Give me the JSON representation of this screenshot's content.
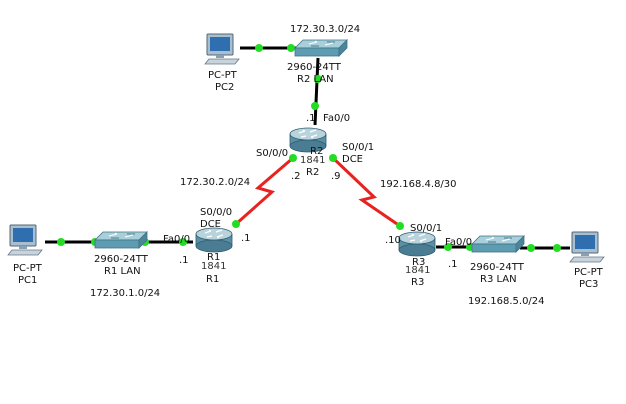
{
  "colors": {
    "ethernet_link": "#000000",
    "serial_link": "#e8231f",
    "link_status": "#22dd22",
    "router_body": "#5a8fa6",
    "router_top": "#b9d3dd",
    "switch_body": "#5d9cb1",
    "switch_top": "#a9cfda",
    "pc_monitor": "#a8bfd0",
    "pc_screen": "#2f6fb0"
  },
  "icons": {
    "pc": "pc-icon",
    "switch": "switch-icon",
    "router": "router-icon"
  },
  "devices": {
    "pc2": {
      "model": "PC-PT",
      "name": "PC2"
    },
    "sw2": {
      "model": "2960-24TT",
      "name": "R2 LAN"
    },
    "r2": {
      "model": "1841",
      "name": "R2",
      "overlay": "R2"
    },
    "r1": {
      "model": "1841",
      "name": "R1",
      "overlay": "R1"
    },
    "r3": {
      "model": "1841",
      "name": "R3",
      "overlay": "R3"
    },
    "pc1": {
      "model": "PC-PT",
      "name": "PC1"
    },
    "sw1": {
      "model": "2960-24TT",
      "name": "R1 LAN"
    },
    "sw3": {
      "model": "2960-24TT",
      "name": "R3 LAN"
    },
    "pc3": {
      "model": "PC-PT",
      "name": "PC3"
    }
  },
  "networks": {
    "r2_lan": "172.30.3.0/24",
    "r1_r2": "172.30.2.0/24",
    "r2_r3": "192.168.4.8/30",
    "r1_lan": "172.30.1.0/24",
    "r3_lan": "192.168.5.0/24"
  },
  "interfaces": {
    "r2_fa00": "Fa0/0",
    "r2_s000": "S0/0/0",
    "r2_s001": "S0/0/1",
    "r2_dce": "DCE",
    "r1_s000": "S0/0/0",
    "r1_dce": "DCE",
    "r1_fa00": "Fa0/0",
    "r3_s001": "S0/0/1",
    "r3_fa00": "Fa0/0"
  },
  "host_ids": {
    "r2_fa00": ".1",
    "r2_s000": ".2",
    "r2_s001": ".9",
    "r1_s000": ".1",
    "r1_fa00": ".1",
    "r3_s001": ".10",
    "r3_fa00": ".1"
  }
}
